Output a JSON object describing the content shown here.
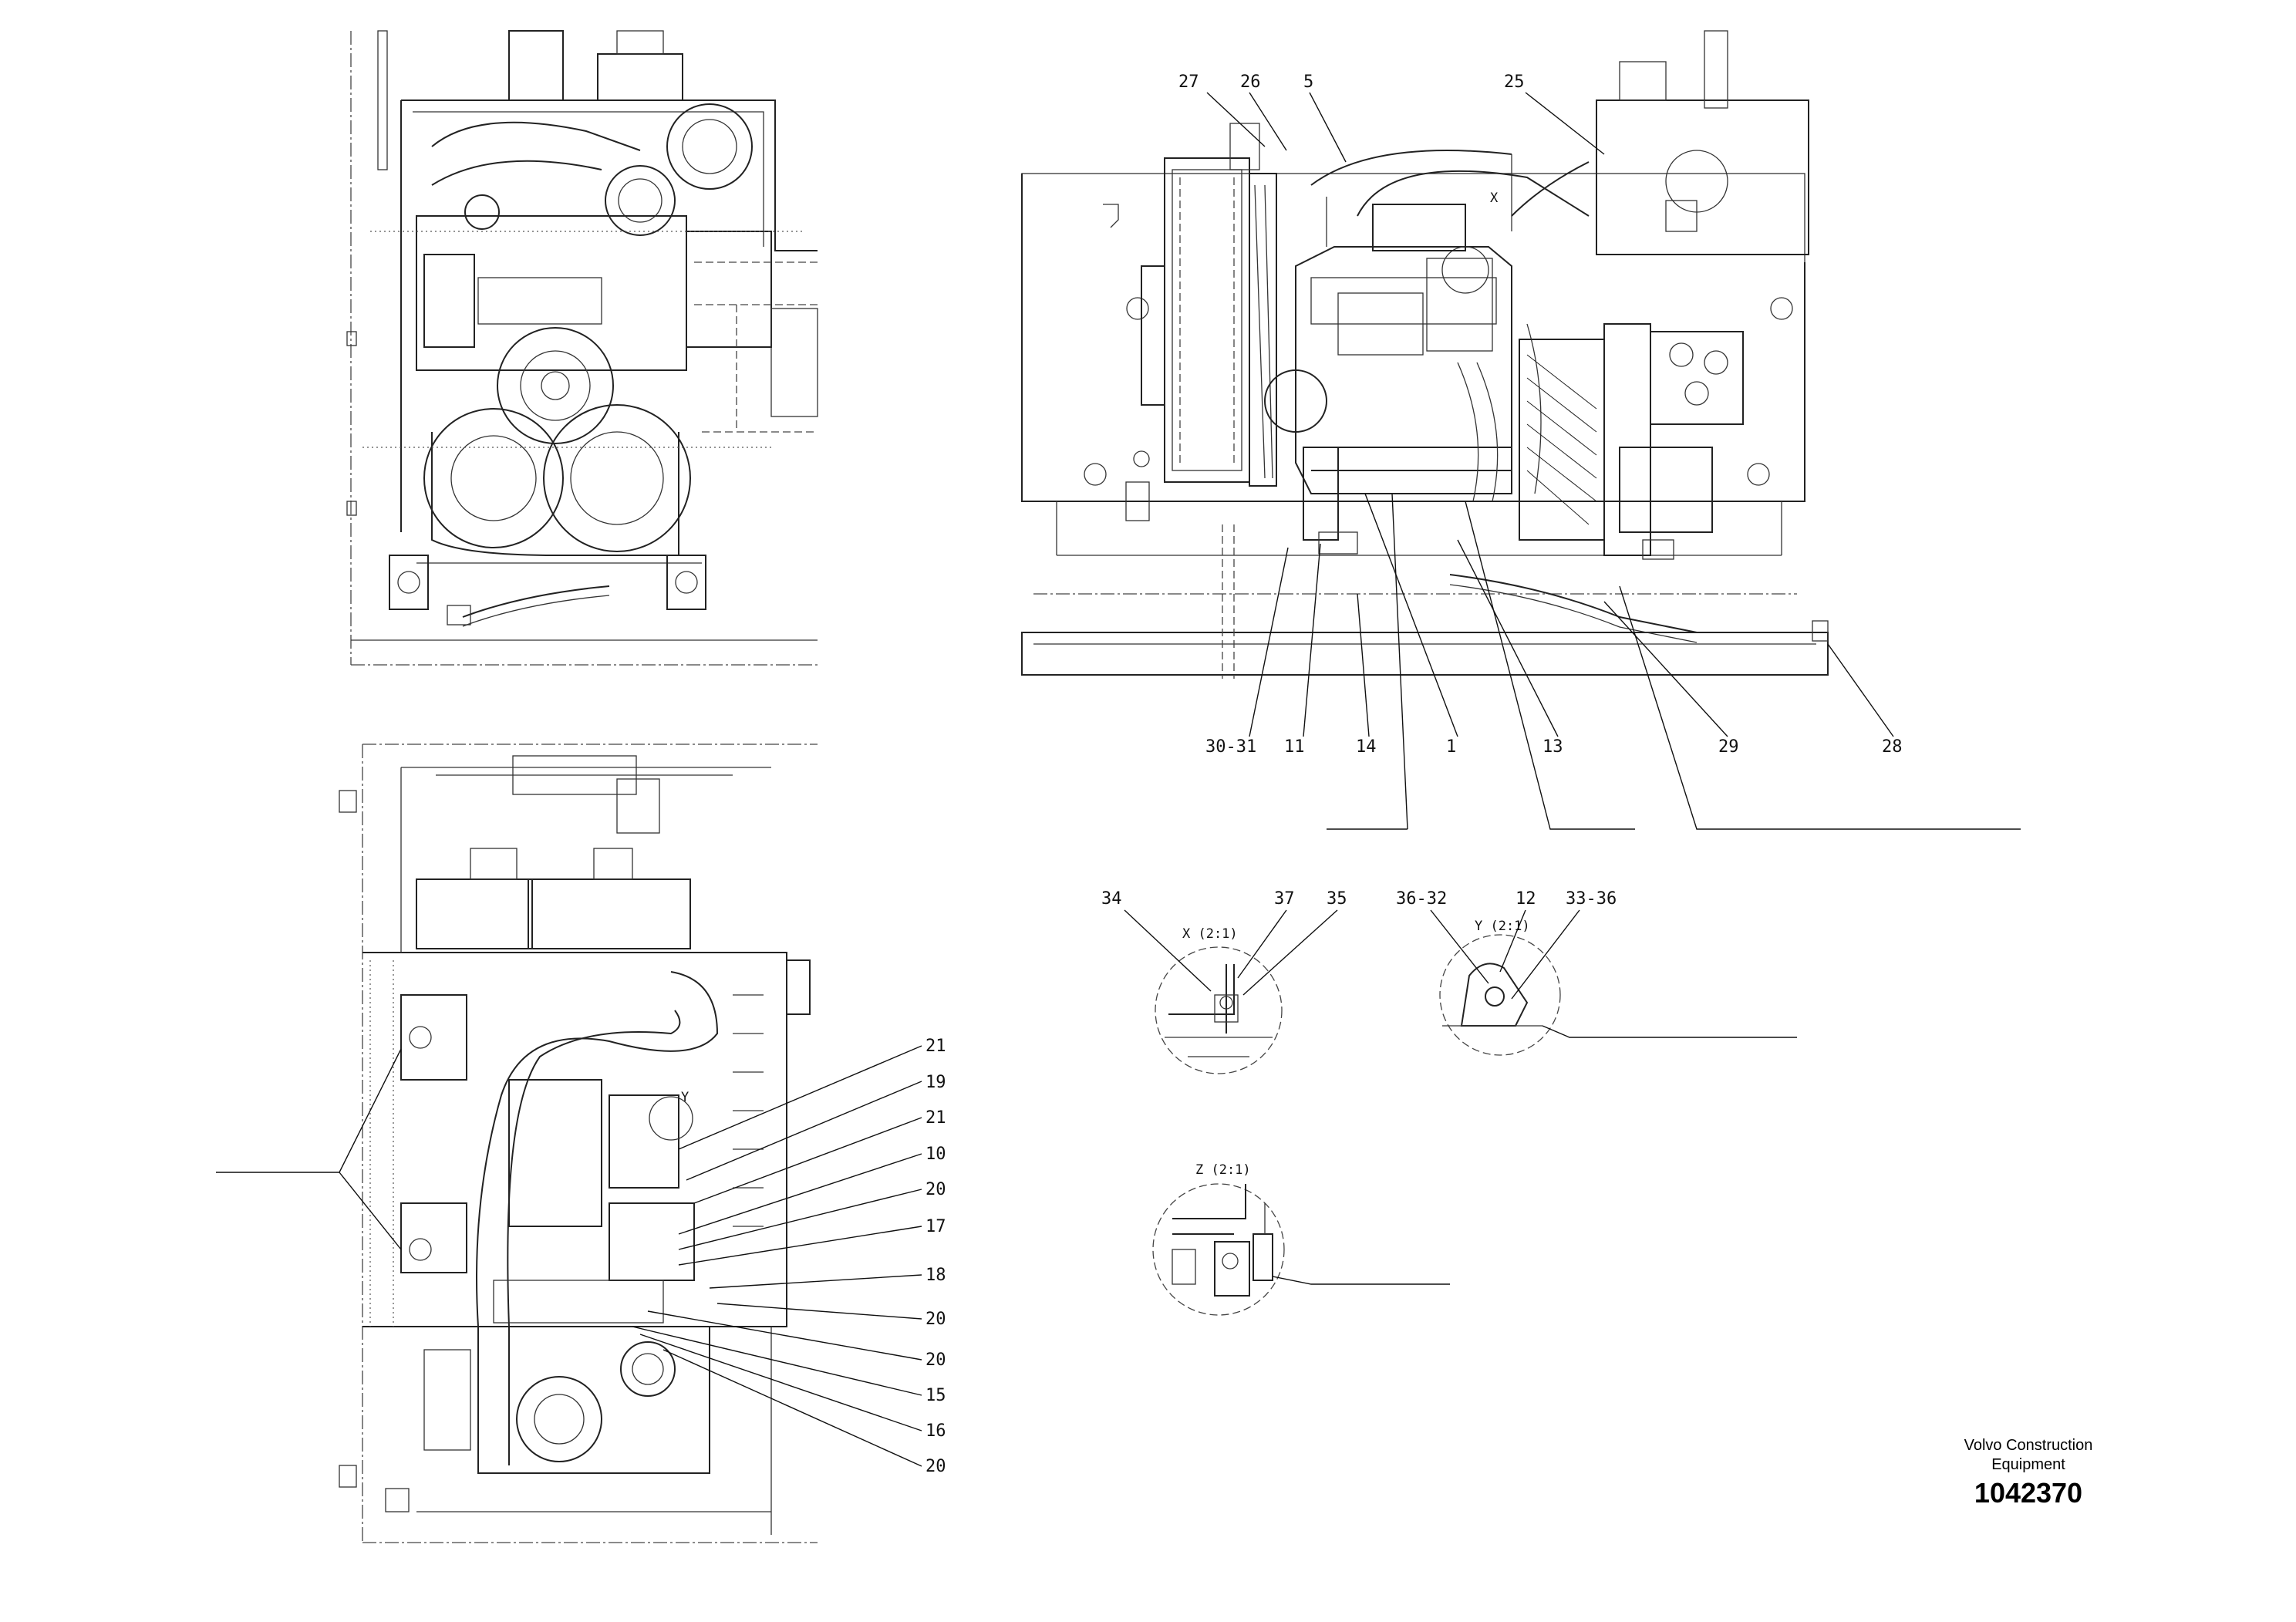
{
  "callouts": {
    "side": [
      "27",
      "26",
      "5",
      "25",
      "30-31",
      "11",
      "14",
      "1",
      "13",
      "29",
      "28"
    ],
    "bottom": [
      "21",
      "19",
      "21",
      "10",
      "20",
      "17",
      "18",
      "20",
      "20",
      "15",
      "16",
      "20"
    ]
  },
  "details": {
    "x": {
      "title": "X (2:1)",
      "callouts": [
        "34",
        "37",
        "35"
      ]
    },
    "y": {
      "title": "Y (2:1)",
      "callouts": [
        "36-32",
        "12",
        "33-36"
      ]
    },
    "z": {
      "title": "Z (2:1)"
    }
  },
  "view_marks": {
    "x": "X",
    "y": "Y"
  },
  "footer": {
    "brand_line1": "Volvo Construction",
    "brand_line2": "Equipment",
    "doc_number": "1042370"
  }
}
